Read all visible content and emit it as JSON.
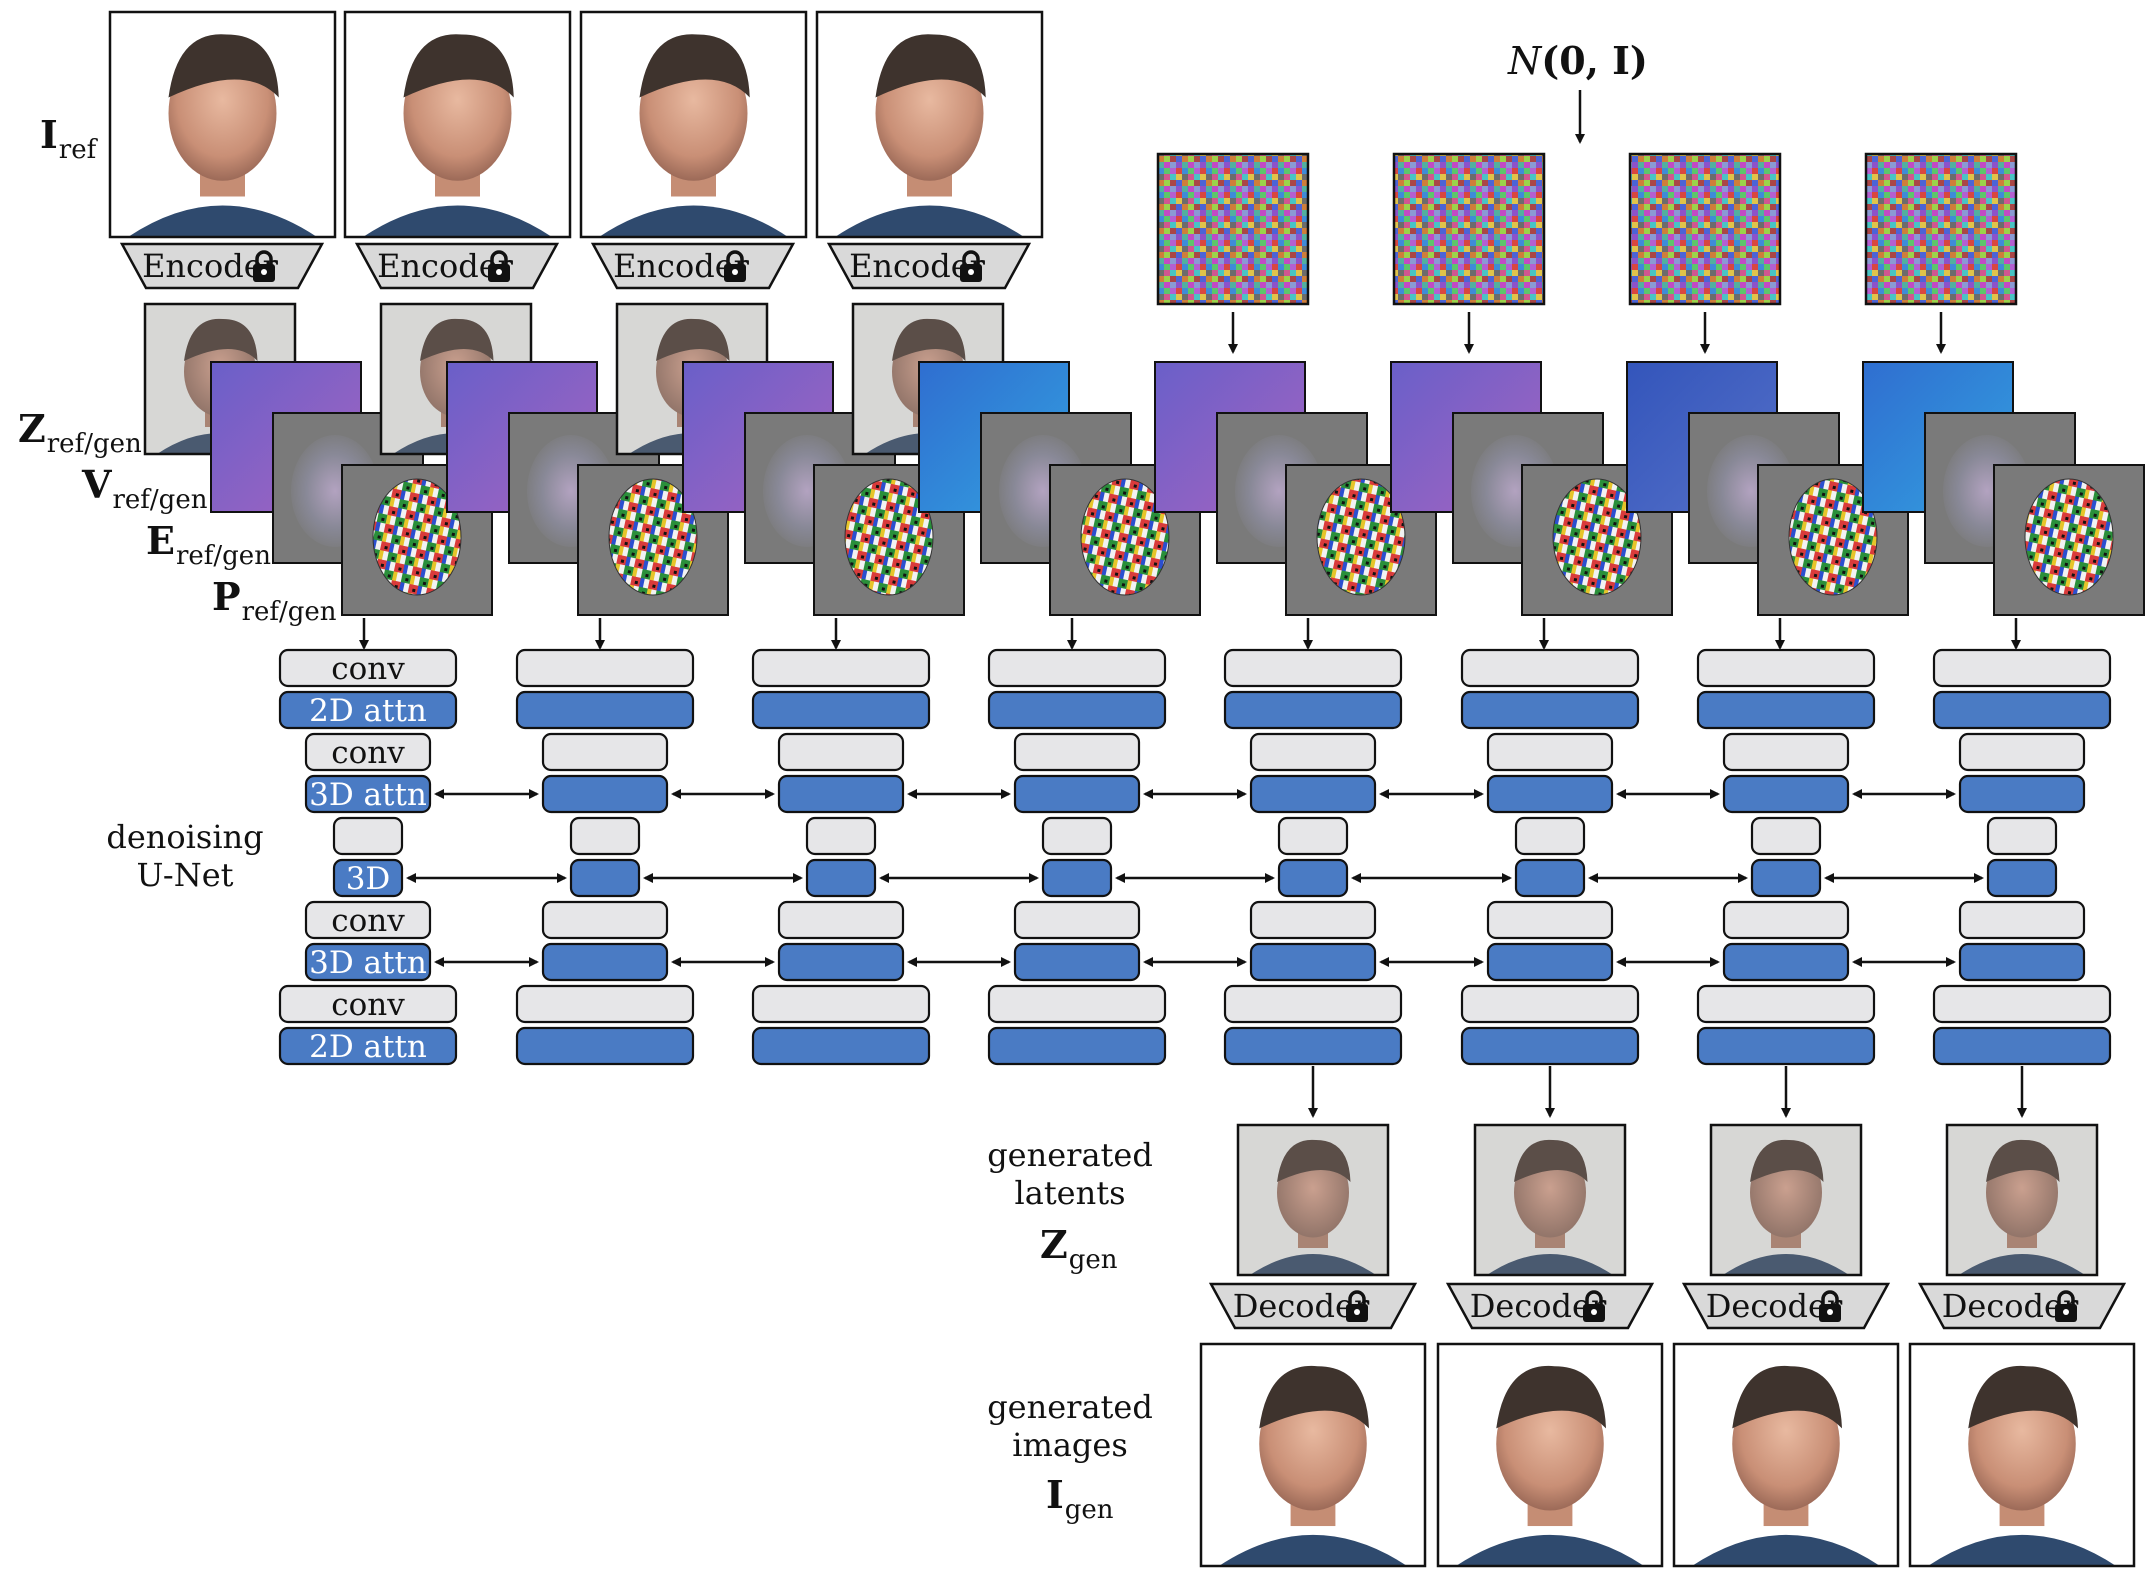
{
  "labels": {
    "i_ref_sym": "I",
    "i_ref_sub": "ref",
    "z_sym": "Z",
    "z_sub": "ref/gen",
    "v_sym": "V",
    "v_sub": "ref/gen",
    "e_sym": "E",
    "e_sub": "ref/gen",
    "p_sym": "P",
    "p_sub": "ref/gen",
    "unet_line1": "denoising",
    "unet_line2": "U-Net",
    "latents_line1": "generated",
    "latents_line2": "latents",
    "z_gen_sym": "Z",
    "z_gen_sub": "gen",
    "images_line1": "generated",
    "images_line2": "images",
    "i_gen_sym": "I",
    "i_gen_sub": "gen",
    "noise_dist": "N",
    "noise_args": "(0, I)"
  },
  "encoder_label": "Encoder",
  "decoder_label": "Decoder",
  "unet_block_labels": [
    "conv",
    "2D attn",
    "conv",
    "3D attn",
    "",
    "3D",
    "conv",
    "3D attn",
    "conv",
    "2D attn"
  ],
  "colors": {
    "attn_blue": "#4a7bc4",
    "conv_gray": "#e6e6e8",
    "trapezoid_gray": "#d9d9d9",
    "render_gray": "#7a7a7a",
    "frame_black": "#111111"
  },
  "icons": [
    "lock-icon",
    "arrow-down-icon",
    "double-arrow-icon"
  ]
}
